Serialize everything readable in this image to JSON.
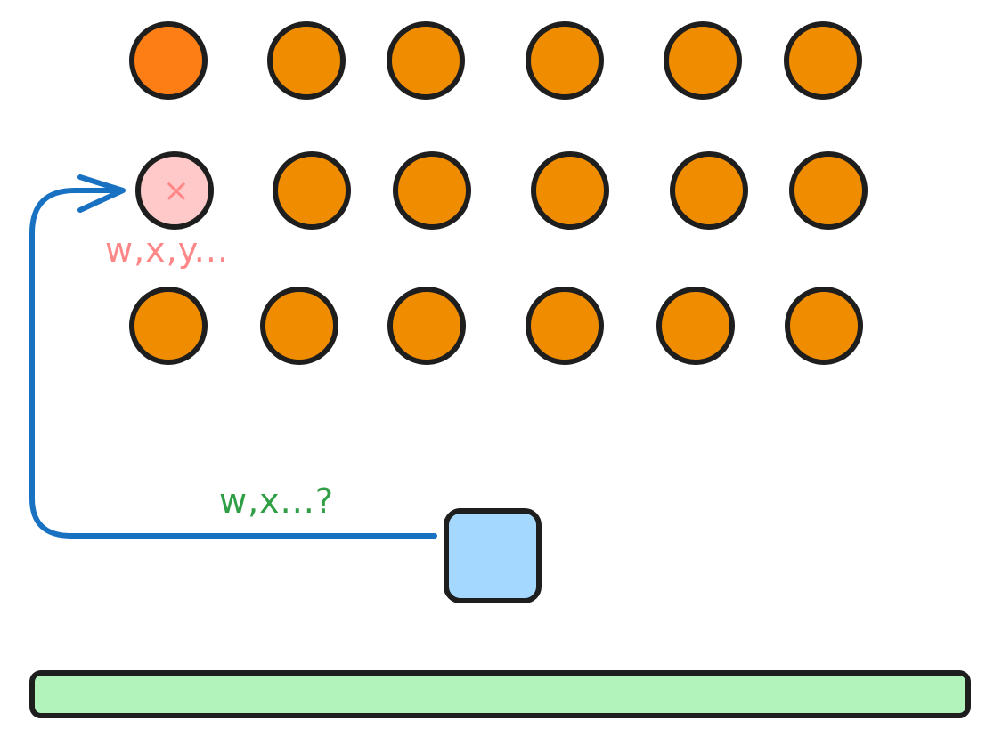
{
  "labels": {
    "target_params": "w,x,y...",
    "player_params": "w,x...?"
  },
  "grid": {
    "rows": [
      [
        "filled",
        "filled",
        "filled",
        "filled",
        "filled",
        "filled"
      ],
      [
        "target",
        "filled",
        "filled",
        "filled",
        "filled",
        "filled"
      ],
      [
        "filled",
        "filled",
        "filled",
        "filled",
        "filled",
        "filled"
      ]
    ],
    "target_mark": "×"
  },
  "colors": {
    "dot_fill": "#ef8c00",
    "dot_fill_first": "#fd7e14",
    "dot_outline": "#1e1e1e",
    "target_fill": "#ffc9c9",
    "target_mark": "#ff8787",
    "player_fill": "#a5d8ff",
    "floor_fill": "#b2f2bb",
    "arrow": "#1971c2",
    "target_label": "#ff8787",
    "player_label": "#2f9e44"
  },
  "icons": {
    "arrow": "arrow-right-icon",
    "mark": "x-mark-icon"
  }
}
